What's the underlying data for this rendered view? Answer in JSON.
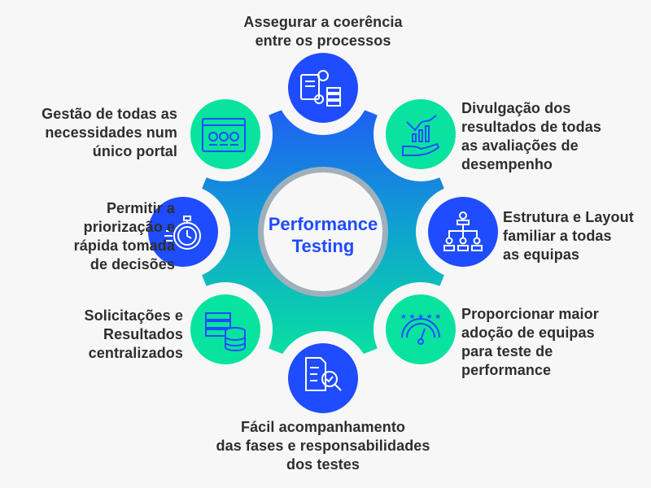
{
  "center": {
    "line1": "Performance",
    "line2": "Testing"
  },
  "colors": {
    "blue": "#1f4cff",
    "green": "#08e39f",
    "text": "#2e2e2e"
  },
  "items": [
    {
      "icon": "document-gear-flow-icon",
      "lines": [
        "Assegurar a coerência",
        "entre os processos"
      ]
    },
    {
      "icon": "hand-chart-icon",
      "lines": [
        "Divulgação dos",
        "resultados de todas",
        "as avaliações de",
        "desempenho"
      ]
    },
    {
      "icon": "org-chart-icon",
      "lines": [
        "Estrutura e Layout",
        "familiar a todas",
        "as equipas"
      ]
    },
    {
      "icon": "rating-gauge-icon",
      "lines": [
        "Proporcionar maior",
        "adoção de equipas",
        "para teste de",
        "performance"
      ]
    },
    {
      "icon": "document-magnifier-icon",
      "lines": [
        "Fácil acompanhamento",
        "das fases e responsabilidades",
        "dos testes"
      ]
    },
    {
      "icon": "server-database-icon",
      "lines": [
        "Solicitações e",
        "Resultados",
        "centralizados"
      ]
    },
    {
      "icon": "stopwatch-icon",
      "lines": [
        "Permitir a",
        "priorização e",
        "rápida tomada",
        "de decisões"
      ]
    },
    {
      "icon": "browser-checklist-icon",
      "lines": [
        "Gestão de todas as",
        "necessidades num",
        "único portal"
      ]
    }
  ]
}
